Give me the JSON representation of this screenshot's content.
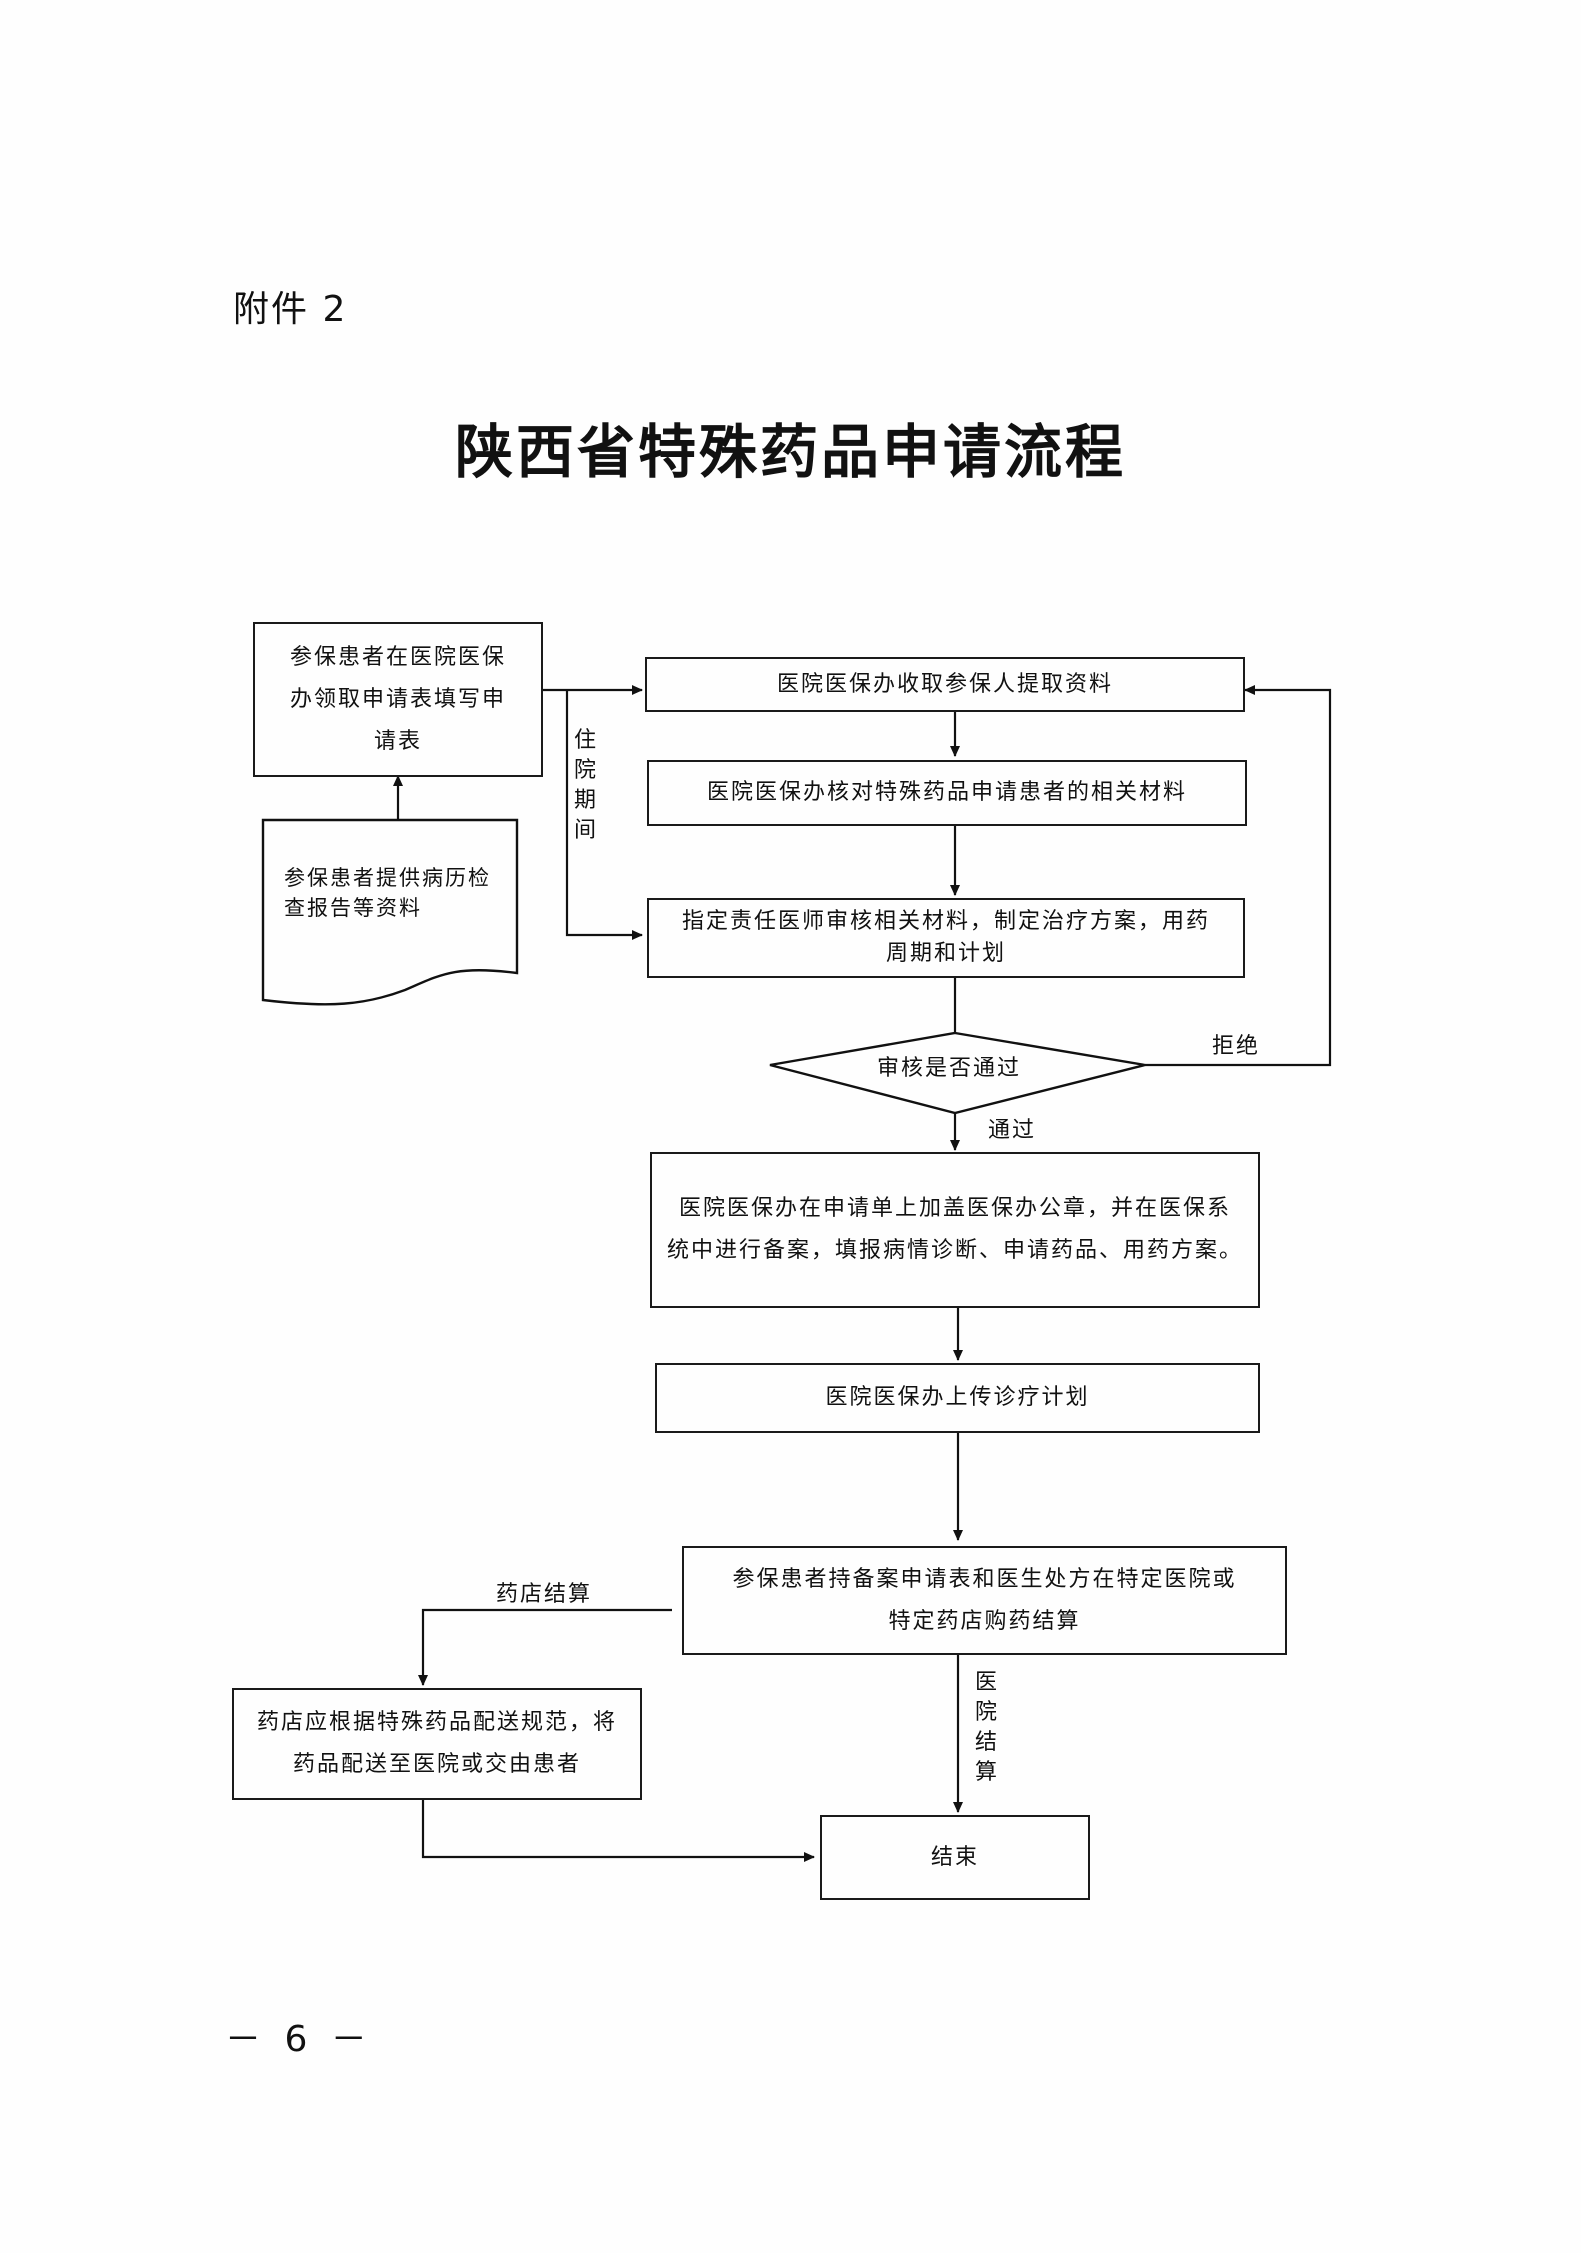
{
  "header": {
    "attachment": "附件 2",
    "title": "陕西省特殊药品申请流程"
  },
  "flow": {
    "apply_form": "参保患者在医院医保\n办领取申请表填写申\n请表",
    "provide_docs": "参保患者提供病历检\n查报告等资料",
    "collect": "医院医保办收取参保人提取资料",
    "verify": "医院医保办核对特殊药品申请患者的相关材料",
    "doctor_review": "指定责任医师审核相关材料，制定治疗方案，用药\n周期和计划",
    "decision": "审核是否通过",
    "stamp_record": "医院医保办在申请单上加盖医保办公章，并在医保系\n统中进行备案，填报病情诊断、申请药品、用药方案。",
    "upload": "医院医保办上传诊疗计划",
    "purchase": "参保患者持备案申请表和医生处方在特定医院或\n特定药店购药结算",
    "pharmacy_deliver": "药店应根据特殊药品配送规范，将\n药品配送至医院或交由患者",
    "end": "结束"
  },
  "labels": {
    "inpatient": "住院期间",
    "reject": "拒绝",
    "pass": "通过",
    "pharmacy_settle": "药店结算",
    "hospital_settle": "医院结算"
  },
  "footer": {
    "page_number": "－ 6 －"
  }
}
